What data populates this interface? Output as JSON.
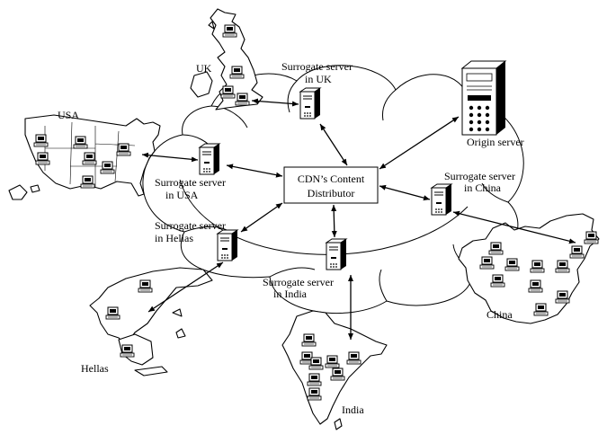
{
  "labels": {
    "distributor_line1": "CDN’s Content",
    "distributor_line2": "Distributor",
    "origin": "Origin server",
    "uk_server_line1": "Surrogate server",
    "uk_server_line2": "in UK",
    "usa_server_line1": "Surrogate server",
    "usa_server_line2": "in USA",
    "hellas_server_line1": "Surrogate server",
    "hellas_server_line2": "in Hellas",
    "india_server_line1": "Surrogate server",
    "india_server_line2": "in India",
    "china_server_line1": "Surrogate server",
    "china_server_line2": "in China",
    "region_uk": "UK",
    "region_usa": "USA",
    "region_hellas": "Hellas",
    "region_india": "India",
    "region_china": "China"
  },
  "icons": {
    "server": "server-tower-icon",
    "client": "client-computer-icon",
    "origin": "origin-server-icon"
  }
}
